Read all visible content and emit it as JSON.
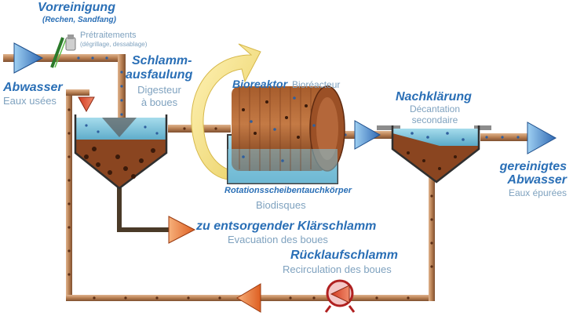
{
  "labels": {
    "vorreinigung": "Vorreinigung",
    "vorreinigung_sub": "(Rechen, Sandfang)",
    "pretraitements": "Prétraitements",
    "pretraitements_sub": "(dégrillage, dessablage)",
    "abwasser": "Abwasser",
    "eaux_usees": "Eaux usées",
    "schlamm_1": "Schlamm-",
    "schlamm_2": "ausfaulung",
    "digesteur_1": "Digesteur",
    "digesteur_2": "à boues",
    "bioreaktor": "Bioreaktor",
    "bioreacteur": "Bioréacteur",
    "nachklaerung": "Nachklärung",
    "decantation_1": "Décantation",
    "decantation_2": "secondaire",
    "gereinigtes": "gereinigtes",
    "abwasser_out": "Abwasser",
    "eaux_epurees": "Eaux épurées",
    "rotation": "Rotationsscheibentauchkörper",
    "biodisques": "Biodisques",
    "klaerschlamm": "zu entsorgender Klärschlamm",
    "evacuation": "Evacuation des boues",
    "ruecklauf": "Rücklaufschlamm",
    "recirculation": "Recirculation des boues"
  },
  "colors": {
    "label_de": "#2a6fb6",
    "label_fr": "#7fa2bf",
    "pipe": "#b87f52",
    "sludge": "#7a3c1c",
    "water": "#7fc4dc",
    "arrow_blue": "#3a78c0",
    "arrow_orange": "#e8703a",
    "arrow_red": "#cf2a2a",
    "rotation_arrow": "#f3e08a"
  },
  "icons": [
    "screen-icon",
    "pump-icon",
    "rotation-arrow-icon"
  ]
}
